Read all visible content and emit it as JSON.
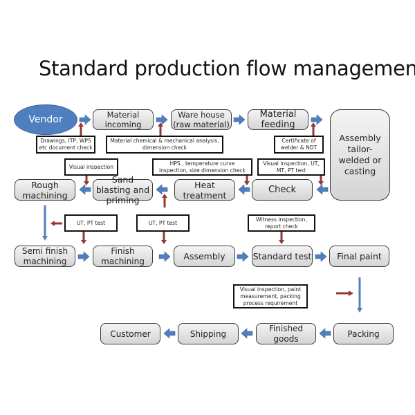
{
  "title": "Standard production flow management",
  "colors": {
    "flow_arrow": "#4f7fbf",
    "inspection_arrow": "#953735",
    "vendor_fill": "#4f7fbf",
    "node_fill": "#e3e3e3"
  },
  "nodes": {
    "vendor": "Vendor",
    "material_incoming": "Material incoming",
    "ware_house": "Ware house (raw material)",
    "material_feeding": "Material feeding",
    "assembly_tailor": "Assembly tailor-welded or casting",
    "check": "Check",
    "heat_treatment": "Heat treatment",
    "sand_blasting": "Sand blasting and priming",
    "rough_machining": "Rough machining",
    "semi_finish": "Semi finish machining",
    "finish_machining": "Finish machining",
    "assembly": "Assembly",
    "standard_test": "Standard test",
    "final_paint": "Final paint",
    "packing": "Packing",
    "finished_goods": "Finished goods",
    "shipping": "Shipping",
    "customer": "Customer"
  },
  "notes": {
    "doc_check": "Drawings, ITP, WPS etc document check",
    "material_analysis": "Material chemical & mechanical analysis, dimension check",
    "welder_cert": "Certificate of welder & NDT",
    "visual_inspection": "Visual inspection",
    "hps": "HPS , temperature curve inspection, size dimension check",
    "check_tests": "Visual inspection, UT, MT, PT test",
    "ut_pt_1": "UT, PT test",
    "ut_pt_2": "UT, PT test",
    "witness": "Witness inspection, report check",
    "packing_req": "Visual inspection, paint measurement, packing process requirement"
  }
}
